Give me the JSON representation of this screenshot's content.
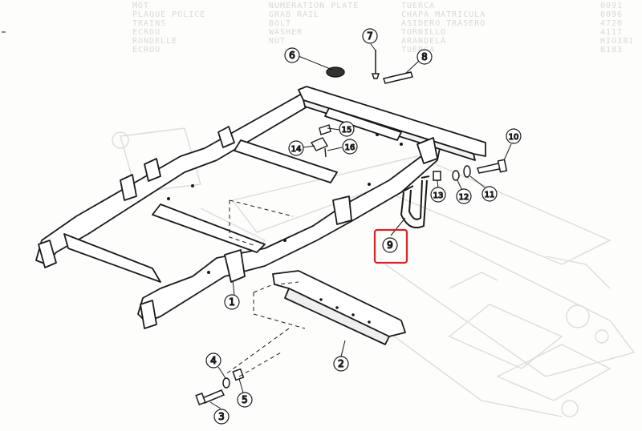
{
  "colors": {
    "ink": "#1a1a1a",
    "ghost": "#d9d9d9",
    "highlight": "#d8232a",
    "paper": "#fdfdfb"
  },
  "callouts": [
    {
      "id": "1",
      "label": "1"
    },
    {
      "id": "2",
      "label": "2"
    },
    {
      "id": "3",
      "label": "3"
    },
    {
      "id": "4",
      "label": "4"
    },
    {
      "id": "5",
      "label": "5"
    },
    {
      "id": "6",
      "label": "6"
    },
    {
      "id": "7",
      "label": "7"
    },
    {
      "id": "8",
      "label": "8"
    },
    {
      "id": "9",
      "label": "9",
      "highlighted": true
    },
    {
      "id": "10",
      "label": "10"
    },
    {
      "id": "11",
      "label": "11"
    },
    {
      "id": "12",
      "label": "12"
    },
    {
      "id": "13",
      "label": "13"
    },
    {
      "id": "14",
      "label": "14"
    },
    {
      "id": "15",
      "label": "15"
    },
    {
      "id": "16",
      "label": "16"
    }
  ],
  "ghost_text": {
    "col_a": [
      "MOT",
      "PLAQUE POLICE",
      "TRAINS",
      "ECROU",
      "RONDELLE",
      "ECROU"
    ],
    "col_b": [
      "NUMERATION PLATE",
      "GRAB RAIL",
      "BOLT",
      "WASHER",
      "NUT"
    ],
    "col_c": [
      "TUERCA",
      "CHAPA MATRICULA",
      "ASIDERO TRASERO",
      "TORNILLO",
      "ARANDELA",
      "TUERCA"
    ],
    "col_d": [
      "0091",
      "0096",
      "4720",
      "4117",
      "HIO381",
      "8183"
    ]
  }
}
